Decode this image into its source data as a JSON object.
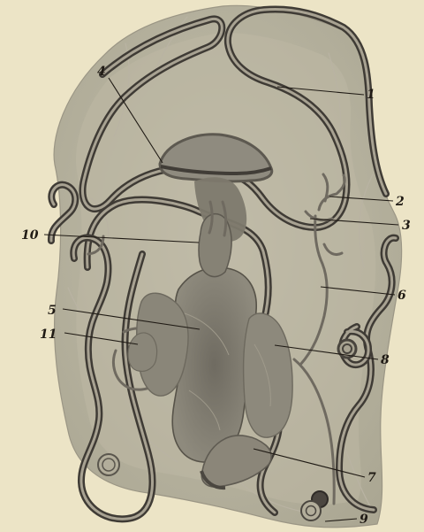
{
  "figure": {
    "labels": [
      {
        "id": "1",
        "text": "1"
      },
      {
        "id": "2",
        "text": "2"
      },
      {
        "id": "3",
        "text": "3"
      },
      {
        "id": "4",
        "text": "4"
      },
      {
        "id": "5",
        "text": "5"
      },
      {
        "id": "6",
        "text": "6"
      },
      {
        "id": "7",
        "text": "7"
      },
      {
        "id": "8",
        "text": "8"
      },
      {
        "id": "9",
        "text": "9"
      },
      {
        "id": "10",
        "text": "10"
      },
      {
        "id": "11",
        "text": "11"
      }
    ]
  },
  "colors": {
    "background": "#ece4c6",
    "membrane_fill": "#b6b29f",
    "organ_fill": "#8e8a7d",
    "dark_organ_fill": "#6f6b61",
    "vessel": "#3f3b35"
  }
}
